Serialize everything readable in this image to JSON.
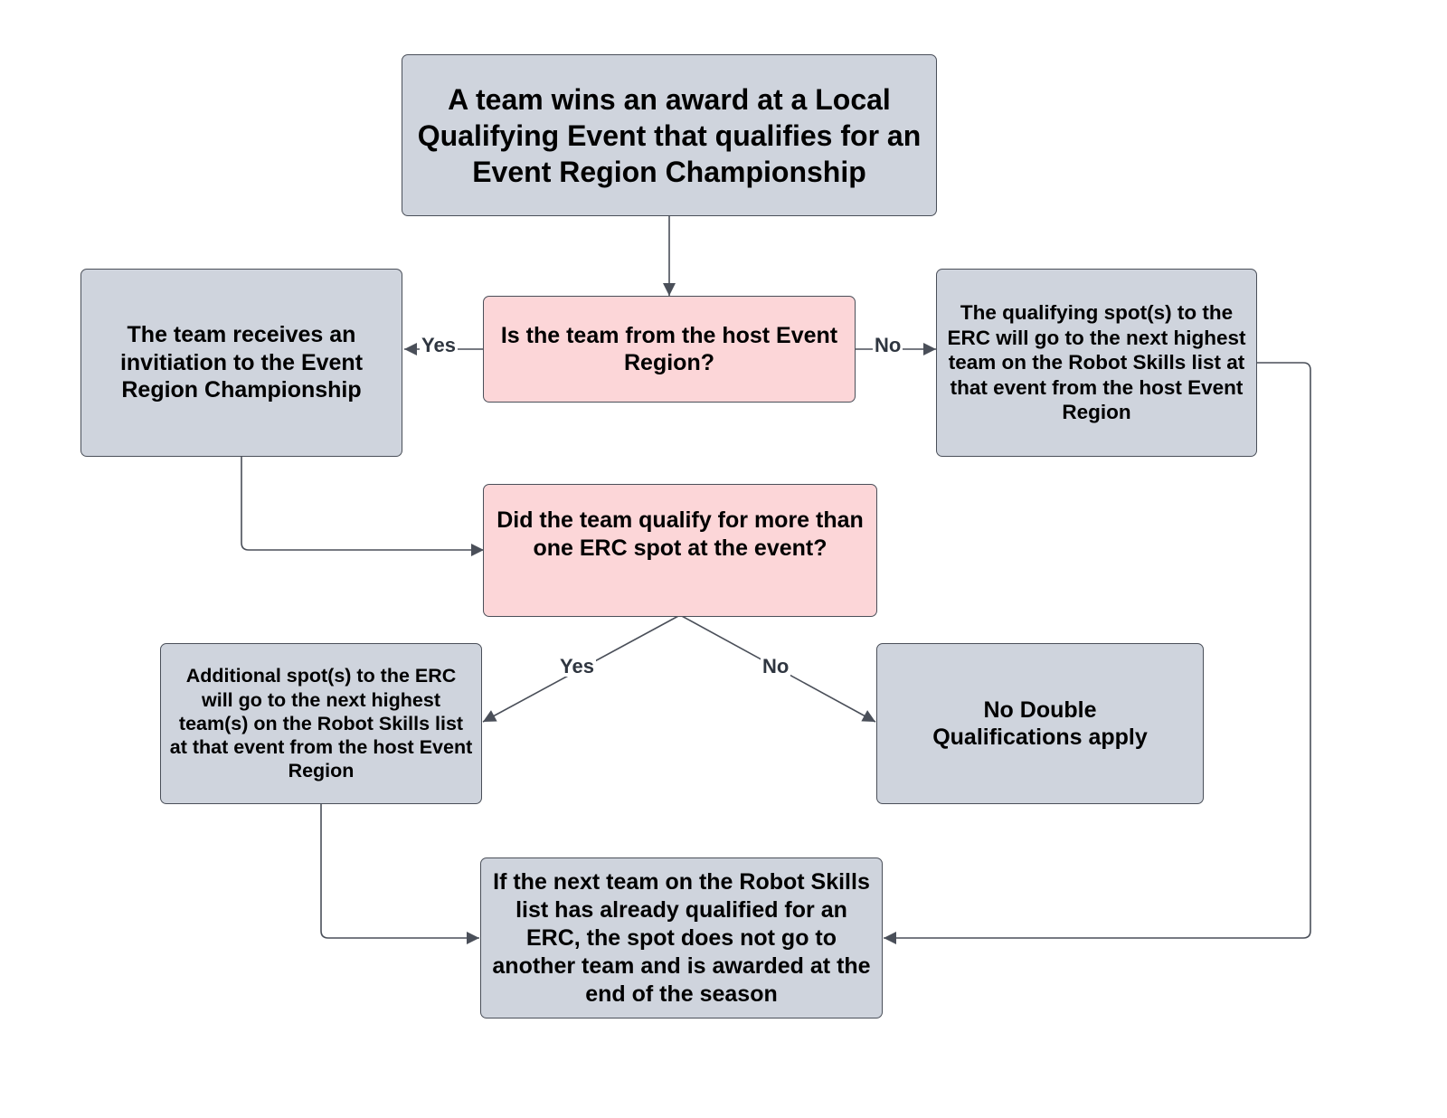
{
  "diagram": {
    "nodes": {
      "start": "A team wins an award at a Local Qualifying Event that qualifies for an Event Region Championship",
      "q_host": "Is the team from the host Event Region?",
      "invite": "The team receives an invitiation to the Event Region Championship",
      "next_team": "The qualifying spot(s) to the ERC will go to the next highest team on the Robot Skills list at that event from the host Event Region",
      "q_multi": "Did the team qualify for more than one ERC spot at the event?",
      "additional": "Additional spot(s) to the ERC will go to the next highest team(s) on the Robot Skills list at that event from the host Event Region",
      "no_double": "No Double Qualifications apply",
      "end": "If the next team on the Robot Skills list has already qualified for an ERC, the spot does not go to another team and is awarded at the end of the season"
    },
    "edge_labels": {
      "host_yes": "Yes",
      "host_no": "No",
      "multi_yes": "Yes",
      "multi_no": "No"
    },
    "colors": {
      "process_fill": "#cfd4dd",
      "decision_fill": "#fcd6d8",
      "border": "#4a4f59",
      "connector": "#4a4f59"
    }
  }
}
